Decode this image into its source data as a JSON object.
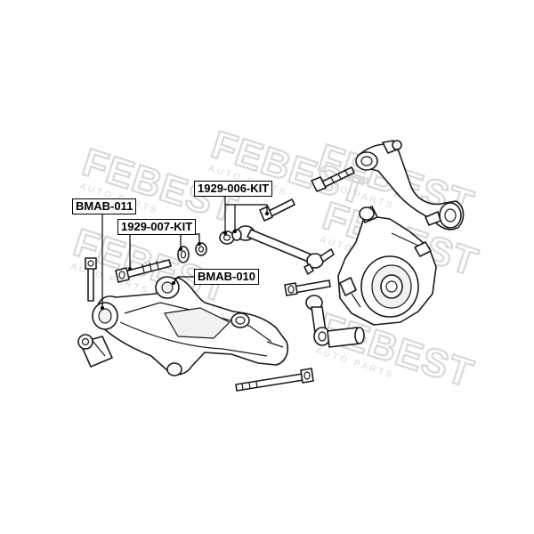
{
  "watermark": {
    "brand": "FEBEST",
    "sub": "AUTO PARTS"
  },
  "labels": {
    "bmab_011": "BMAB-011",
    "kit_1929_007": "1929-007-KIT",
    "kit_1929_006": "1929-006-KIT",
    "bmab_010": "BMAB-010"
  },
  "colors": {
    "line": "#1a1a1a",
    "watermark": "#d8d8d8",
    "background": "#ffffff"
  }
}
